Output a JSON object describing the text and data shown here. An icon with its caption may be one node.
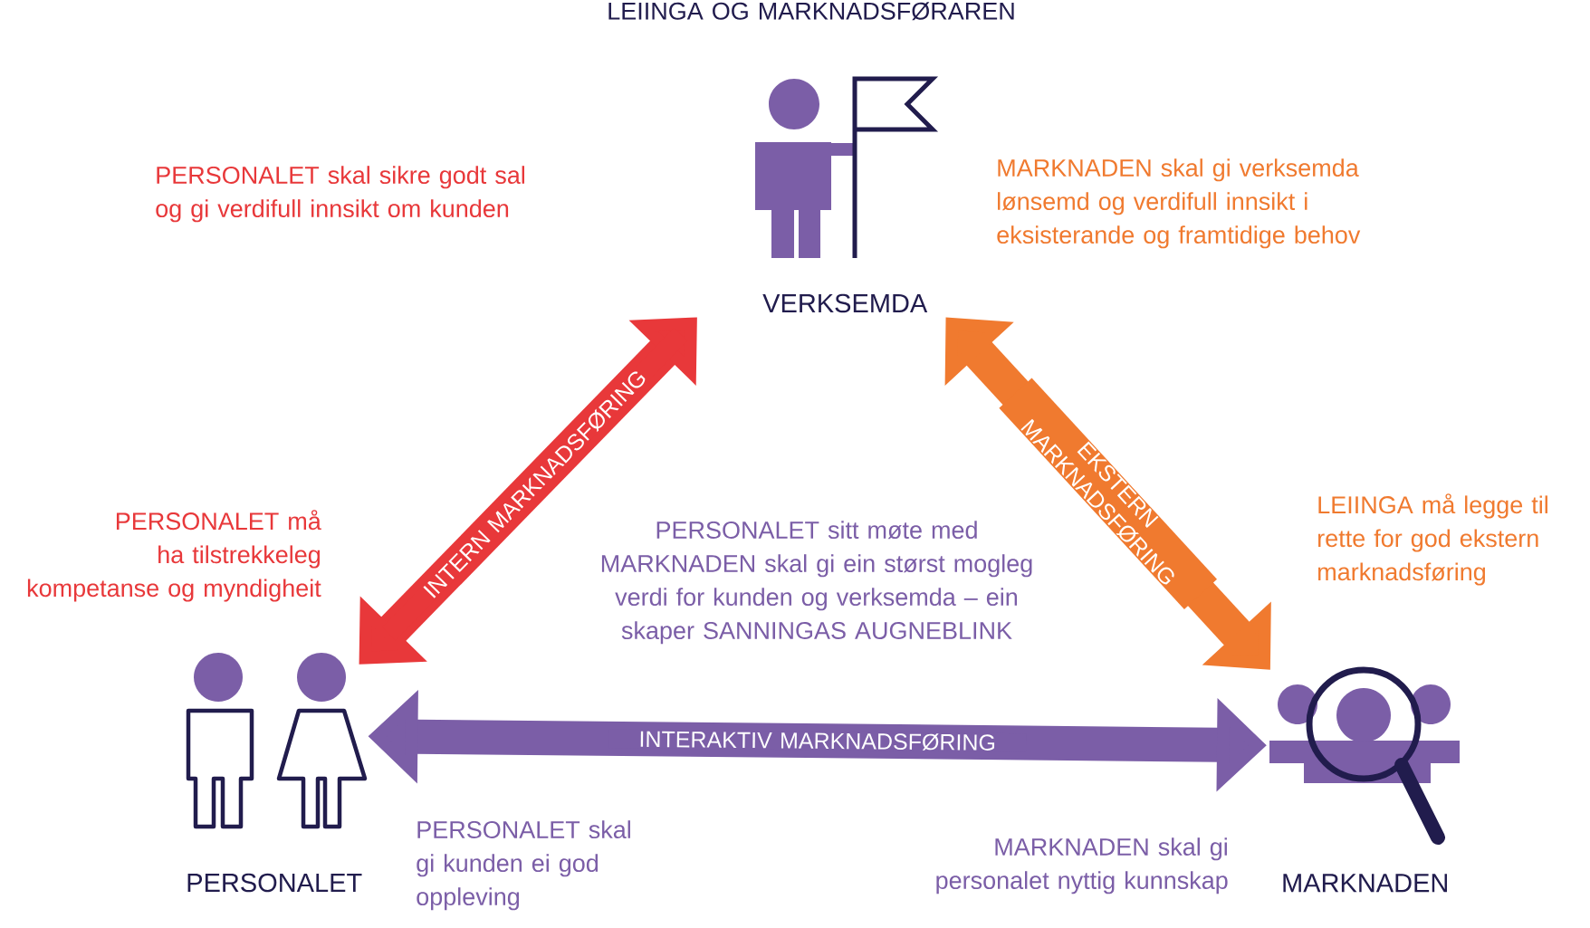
{
  "diagram": {
    "nodes": [
      {
        "text": [
          "VERKSEMDA"
        ]
      },
      {
        "text": [
          "PERSONALET"
        ]
      },
      {
        "text": [
          "MARKNADEN"
        ]
      }
    ],
    "edges": [
      {
        "from": 1,
        "to": 0,
        "arrow": "both",
        "label": "INTERN MARKNADSFØRING",
        "color": "#e8383a"
      },
      {
        "from": 0,
        "to": 2,
        "arrow": "both",
        "label": "EKSTERN MARKNADSFØRING",
        "color": "#f07a2f"
      },
      {
        "from": 1,
        "to": 2,
        "arrow": "both",
        "label": "INTERAKTIV MARKNADSFØRING",
        "color": "#7b5ea7"
      }
    ],
    "labels": [
      "LEIINGA OG MARKNADSFØRAREN",
      "PERSONALET skal sikre godt sal og gi verdifull innsikt om kunden",
      "MARKNADEN skal gi verksemda lønsemd og verdifull innsikt i eksisterande og framtidige behov",
      "PERSONALET må ha tilstrekkeleg kompetanse og myndigheit",
      "PERSONALET sitt møte med MARKNADEN skal gi ein størst mogleg verdi for kunden og verksemda – ein skaper SANNINGAS AUGNEBLINK",
      "LEIINGA må legge til rette for god ekstern marknadsføring",
      "PERSONALET skal gi kunden ei god oppleving",
      "MARKNADEN skal gi personalet nyttig kunnskap"
    ]
  }
}
